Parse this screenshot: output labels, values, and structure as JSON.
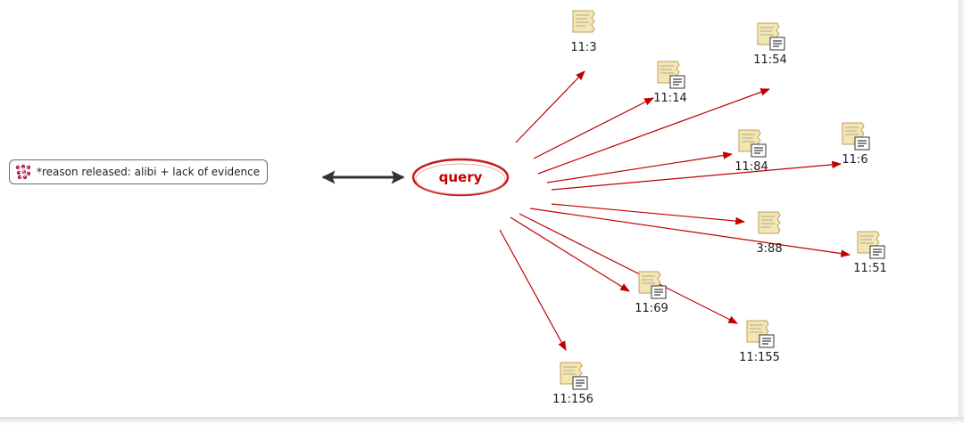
{
  "code_node": {
    "label": "*reason released: alibi +  lack of evidence",
    "icon": "code-family-icon"
  },
  "query_node": {
    "label": "query"
  },
  "quotations": [
    {
      "id": "q-11-3",
      "label": "11:3",
      "has_memo": false
    },
    {
      "id": "q-11-54",
      "label": "11:54",
      "has_memo": true
    },
    {
      "id": "q-11-14",
      "label": "11:14",
      "has_memo": true
    },
    {
      "id": "q-11-84",
      "label": "11:84",
      "has_memo": true
    },
    {
      "id": "q-11-6",
      "label": "11:6",
      "has_memo": true
    },
    {
      "id": "q-3-88",
      "label": "3:88",
      "has_memo": false
    },
    {
      "id": "q-11-51",
      "label": "11:51",
      "has_memo": true
    },
    {
      "id": "q-11-69",
      "label": "11:69",
      "has_memo": true
    },
    {
      "id": "q-11-155",
      "label": "11:155",
      "has_memo": true
    },
    {
      "id": "q-11-156",
      "label": "11:156",
      "has_memo": true
    }
  ],
  "colors": {
    "arrow_red": "#c00000",
    "query_outline": "#c81a1a",
    "bidirectional_arrow": "#333333",
    "document_paper": "#f3e6b0",
    "document_edge": "#b8a060"
  }
}
